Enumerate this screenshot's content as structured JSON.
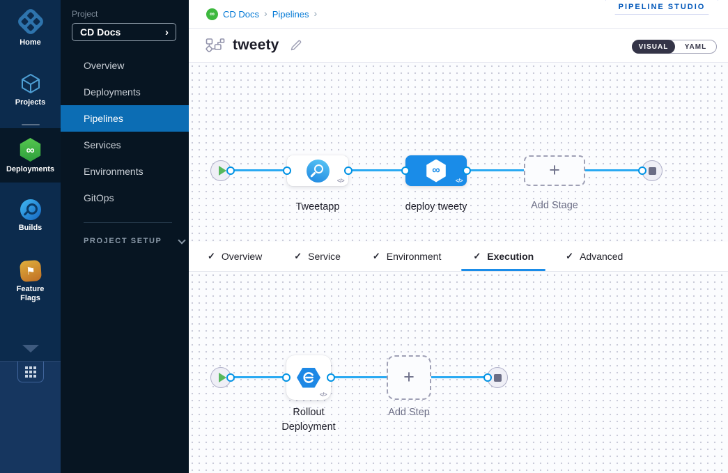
{
  "colors": {
    "accent_blue": "#0278D5",
    "node_selected_blue": "#1A8CE8",
    "connector_blue": "#29A9F2",
    "port_ring_blue": "#0092E4",
    "nav_selected_blue": "#0C6DB4",
    "cd_green": "#3DB83E",
    "play_green": "#57B85C",
    "rail_bg": "#0C2B4D",
    "sidebar_bg": "#071522",
    "badge_text_blue": "#0157BA"
  },
  "rail": {
    "items": [
      {
        "label": "Home",
        "active": false
      },
      {
        "label": "Projects",
        "active": false
      },
      {
        "label": "Deployments",
        "active": true
      },
      {
        "label": "Builds",
        "active": false
      },
      {
        "label": "Feature Flags",
        "active": false
      }
    ]
  },
  "sidebar": {
    "project_label": "Project",
    "project_value": "CD Docs",
    "nav": [
      {
        "label": "Overview",
        "active": false
      },
      {
        "label": "Deployments",
        "active": false
      },
      {
        "label": "Pipelines",
        "active": true
      },
      {
        "label": "Services",
        "active": false
      },
      {
        "label": "Environments",
        "active": false
      },
      {
        "label": "GitOps",
        "active": false
      }
    ],
    "setup_label": "PROJECT SETUP"
  },
  "header": {
    "breadcrumb": {
      "crumbs": [
        "CD Docs",
        "Pipelines"
      ],
      "separator": "›"
    },
    "studio_badge": "PIPELINE STUDIO",
    "pipeline_title": "tweety",
    "view_toggle": {
      "visual": "VISUAL",
      "yaml": "YAML",
      "selected": "VISUAL"
    }
  },
  "tabs": [
    {
      "label": "Overview",
      "checked": true,
      "active": false
    },
    {
      "label": "Service",
      "checked": true,
      "active": false
    },
    {
      "label": "Environment",
      "checked": true,
      "active": false
    },
    {
      "label": "Execution",
      "checked": true,
      "active": true
    },
    {
      "label": "Advanced",
      "checked": true,
      "active": false
    }
  ],
  "stage_pipeline": {
    "stages": [
      {
        "label": "Tweetapp",
        "selected": false
      },
      {
        "label": "deploy tweety",
        "selected": true
      }
    ],
    "add_label": "Add Stage"
  },
  "execution": {
    "steps": [
      {
        "label": "Rollout Deployment",
        "line1": "Rollout",
        "line2": "Deployment"
      }
    ],
    "add_label": "Add Step"
  },
  "glyphs": {
    "code": "</>",
    "check": "✓",
    "plus": "+",
    "infinity": "∞"
  }
}
